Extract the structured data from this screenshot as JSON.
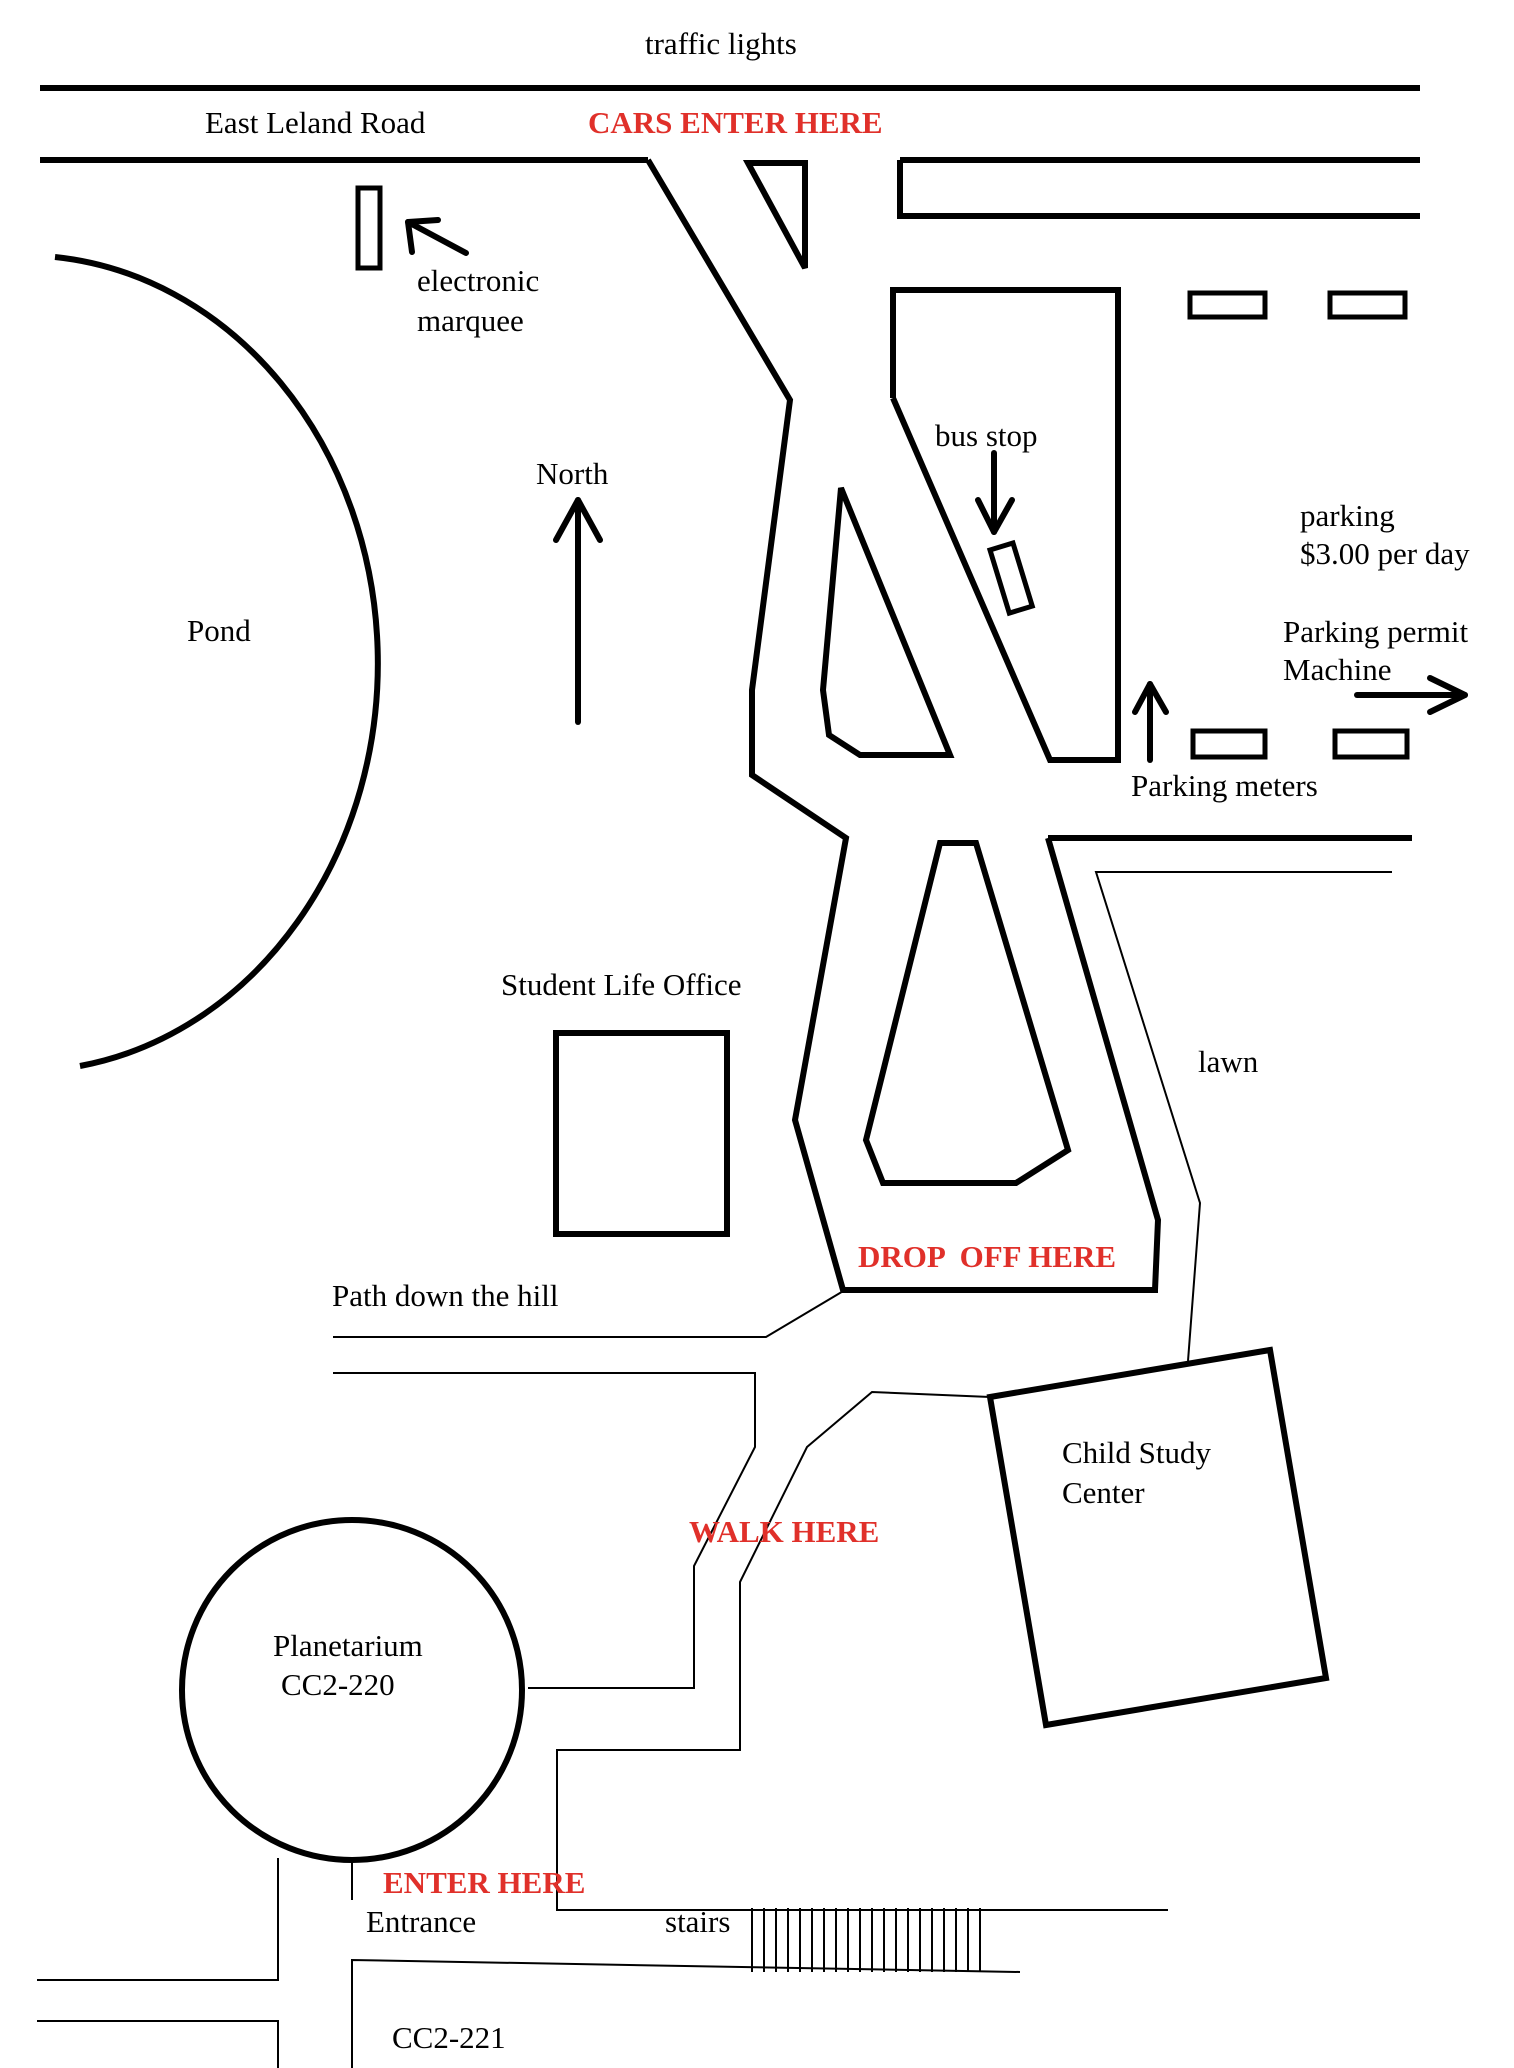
{
  "labels": {
    "traffic_lights": "traffic lights",
    "east_leland_road": "East Leland Road",
    "cars_enter_here": "CARS ENTER HERE",
    "electronic": "electronic",
    "marquee": "marquee",
    "bus_stop": "bus stop",
    "north": "North",
    "parking": "parking",
    "parking_price": "$3.00 per day",
    "parking_permit": "Parking permit",
    "machine": "Machine",
    "pond": "Pond",
    "parking_meters": "Parking meters",
    "student_life_office": "Student Life Office",
    "lawn": "lawn",
    "drop_off_here": "DROP  OFF HERE",
    "path_down_the_hill": "Path down the hill",
    "child_study": "Child Study",
    "center": "Center",
    "walk_here": "WALK HERE",
    "planetarium": "Planetarium",
    "cc2_220": "CC2-220",
    "enter_here": "ENTER HERE",
    "entrance": "Entrance",
    "stairs": "stairs",
    "cc2_221": "CC2-221"
  },
  "colors": {
    "highlight": "#e0302a",
    "ink": "#000000",
    "background": "#ffffff"
  }
}
